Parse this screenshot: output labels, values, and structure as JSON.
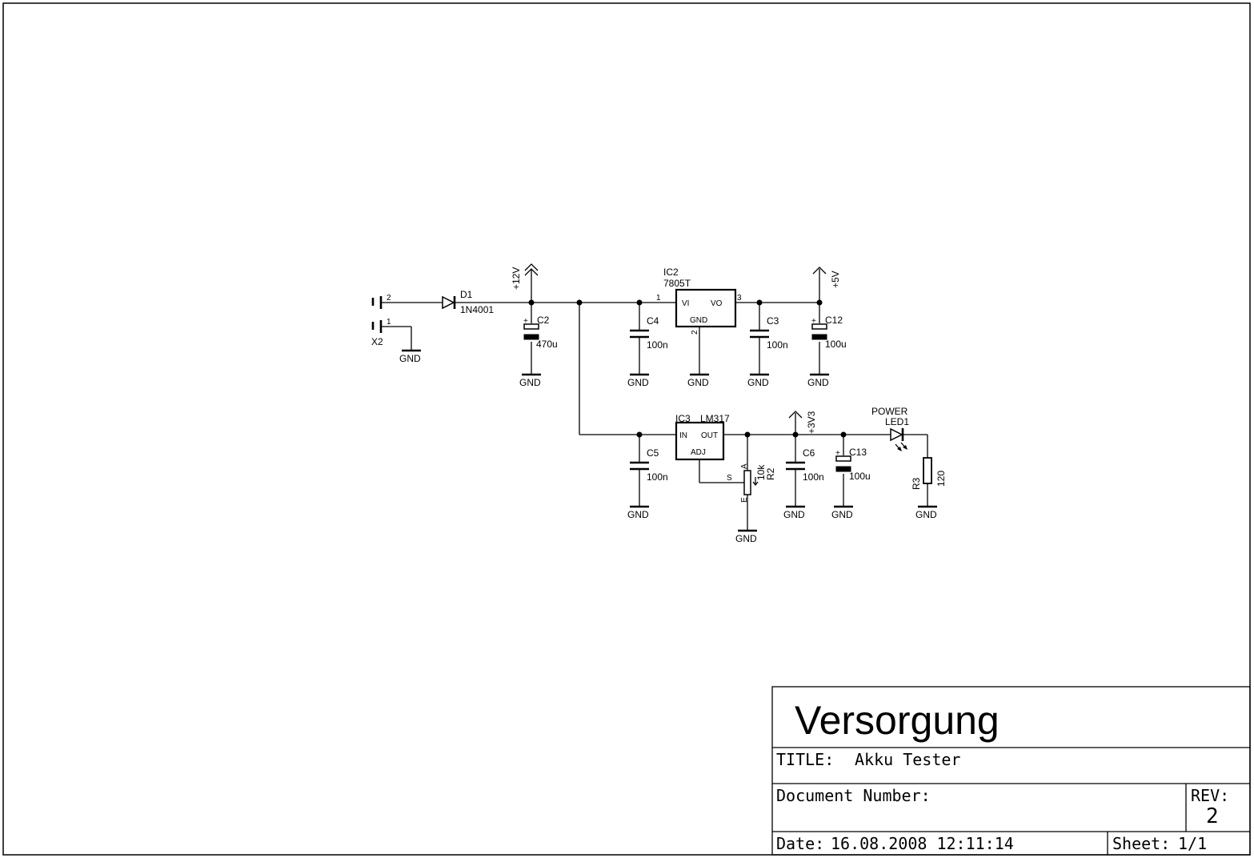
{
  "title_block": {
    "sheet_name": "Versorgung",
    "title_label": "TITLE:",
    "title_value": "Akku Tester",
    "doc_number_label": "Document Number:",
    "rev_label": "REV:",
    "rev_value": "2",
    "date_label": "Date:",
    "date_value": "16.08.2008 12:11:14",
    "sheet_label": "Sheet:",
    "sheet_value": "1/1"
  },
  "components": {
    "x2": {
      "ref": "X2",
      "pin1": "1",
      "pin2": "2"
    },
    "d1": {
      "ref": "D1",
      "value": "1N4001"
    },
    "c2": {
      "ref": "C2",
      "value": "470u"
    },
    "c4": {
      "ref": "C4",
      "value": "100n"
    },
    "ic2": {
      "ref": "IC2",
      "value": "7805T",
      "pin_vi": "VI",
      "pin_vo": "VO",
      "pin_gnd": "GND",
      "pin1": "1",
      "pin2": "2",
      "pin3": "3"
    },
    "c3": {
      "ref": "C3",
      "value": "100n"
    },
    "c12": {
      "ref": "C12",
      "value": "100u"
    },
    "c5": {
      "ref": "C5",
      "value": "100n"
    },
    "ic3": {
      "ref": "IC3",
      "value": "LM317",
      "pin_in": "IN",
      "pin_out": "OUT",
      "pin_adj": "ADJ"
    },
    "r2": {
      "ref": "R2",
      "value": "10k",
      "pin_a": "A",
      "pin_e": "E",
      "pin_s": "S"
    },
    "c6": {
      "ref": "C6",
      "value": "100n"
    },
    "c13": {
      "ref": "C13",
      "value": "100u"
    },
    "led1": {
      "ref": "LED1",
      "label": "POWER"
    },
    "r3": {
      "ref": "R3",
      "value": "120"
    }
  },
  "supplies": {
    "v12": "+12V",
    "v5": "+5V",
    "v3v3": "+3V3",
    "gnd": "GND"
  },
  "misc": {
    "plus": "+"
  }
}
